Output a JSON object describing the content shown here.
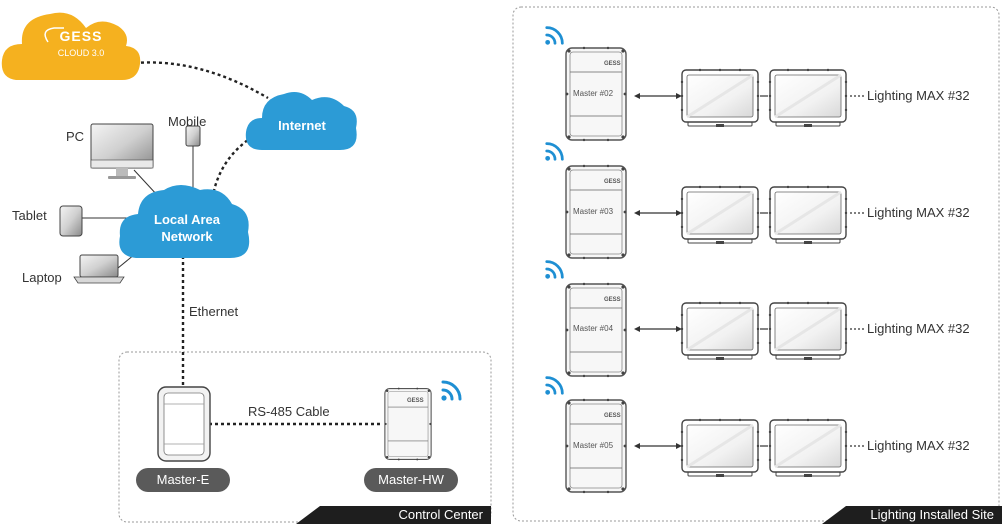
{
  "cloud_service": {
    "logo": "GESS",
    "subtitle": "CLOUD 3.0"
  },
  "internet": "Internet",
  "lan": "Local Area Network",
  "devices": {
    "pc": "PC",
    "mobile": "Mobile",
    "tablet": "Tablet",
    "laptop": "Laptop"
  },
  "ethernet": "Ethernet",
  "rs485": "RS-485 Cable",
  "master_e": "Master-E",
  "master_hw": "Master-HW",
  "control_center": "Control Center",
  "installed_site": "Lighting Installed Site",
  "device_brand": "GESS",
  "rows": [
    {
      "master": "Master #02",
      "lighting": "Lighting MAX #32"
    },
    {
      "master": "Master #03",
      "lighting": "Lighting MAX #32"
    },
    {
      "master": "Master #04",
      "lighting": "Lighting MAX #32"
    },
    {
      "master": "Master #05",
      "lighting": "Lighting MAX #32"
    }
  ],
  "colors": {
    "cloud_orange": "#F5B11F",
    "cloud_blue": "#2C9BD6",
    "wifi_blue": "#1E8FD3",
    "pill": "#5a5a5a",
    "banner": "#1e1e1e"
  }
}
